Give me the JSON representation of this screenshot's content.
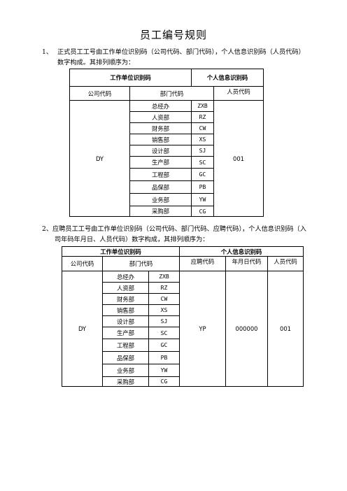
{
  "title": "员工编号规则",
  "section1": {
    "number": "1、",
    "line1": "正式员工工号由工作单位识别码（公司代码、部门代码），个人信息识别码（人员代码）",
    "line2": "数字构成。其排列顺序为："
  },
  "section2": {
    "line1": "2、应聘员工工号由工作单位识别码（公司代码、部门代码、应聘代码），个人信息识别码（入",
    "line2": "司年码年月日、人员代码）数字构成，其排列顺序为："
  },
  "table1": {
    "group_headers": [
      "工作单位识别码",
      "个人信息识别码"
    ],
    "col_headers": [
      "公司代码",
      "部门代码",
      "人员代码"
    ],
    "company": "DY",
    "departments": [
      {
        "name": "总经办",
        "code": "ZXB"
      },
      {
        "name": "人资部",
        "code": "RZ"
      },
      {
        "name": "财务部",
        "code": "CW"
      },
      {
        "name": "销售部",
        "code": "XS"
      },
      {
        "name": "设计部",
        "code": "SJ"
      },
      {
        "name": "生产部",
        "code": "SC"
      },
      {
        "name": "工程部",
        "code": "GC"
      },
      {
        "name": "品保部",
        "code": "PB"
      },
      {
        "name": "业务部",
        "code": "YW"
      },
      {
        "name": "采购部",
        "code": "CG"
      }
    ],
    "person_code": "001"
  },
  "table2": {
    "group_headers": [
      "工作单位识别码",
      "个人信息识别码"
    ],
    "col_headers": [
      "公司代码",
      "部门代码",
      "应聘代码",
      "年月日代码",
      "人员代码"
    ],
    "company": "DY",
    "departments": [
      {
        "name": "总经办",
        "code": "ZXB"
      },
      {
        "name": "人资部",
        "code": "RZ"
      },
      {
        "name": "财务部",
        "code": "CW"
      },
      {
        "name": "销售部",
        "code": "XS"
      },
      {
        "name": "设计部",
        "code": "SJ"
      },
      {
        "name": "生产部",
        "code": "SC"
      },
      {
        "name": "工程部",
        "code": "GC"
      },
      {
        "name": "品保部",
        "code": "PB"
      },
      {
        "name": "业务部",
        "code": "YW"
      },
      {
        "name": "采购部",
        "code": "CG"
      }
    ],
    "applicant_code": "YP",
    "date_code": "000000",
    "person_code": "001"
  }
}
